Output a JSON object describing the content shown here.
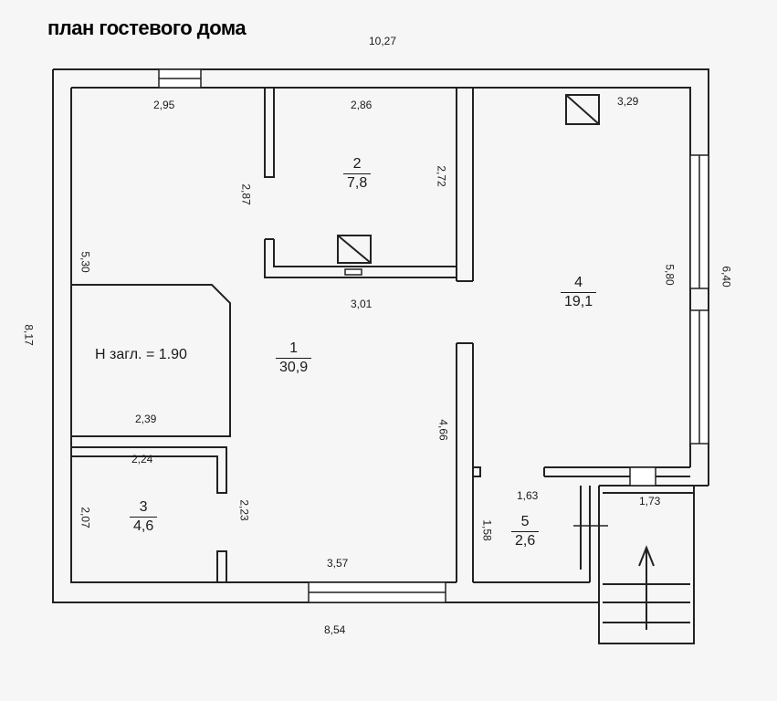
{
  "title": "план гостевого дома",
  "dimensions": {
    "overall_width_top": "10,27",
    "overall_width_bottom": "8,54",
    "overall_height_left": "8,17",
    "overall_height_right": "6,40",
    "room2_top": "2,86",
    "room2_left": "2,87",
    "room2_right": "2,72",
    "room1_top_left": "2,95",
    "room1_left": "5,30",
    "room1_mid": "3,01",
    "room1_right": "4,66",
    "room1_bottom": "3,57",
    "basement_bottom": "2,39",
    "room3_top": "2,24",
    "room3_left": "2,07",
    "room3_right": "2,23",
    "room4_top": "3,29",
    "room4_right": "5,80",
    "room5_top": "1,63",
    "room5_left": "1,58",
    "porch_top": "1,73"
  },
  "rooms": [
    {
      "num": "1",
      "area": "30,9"
    },
    {
      "num": "2",
      "area": "7,8"
    },
    {
      "num": "3",
      "area": "4,6"
    },
    {
      "num": "4",
      "area": "19,1"
    },
    {
      "num": "5",
      "area": "2,6"
    }
  ],
  "basement_note": "Н загл. = 1.90"
}
